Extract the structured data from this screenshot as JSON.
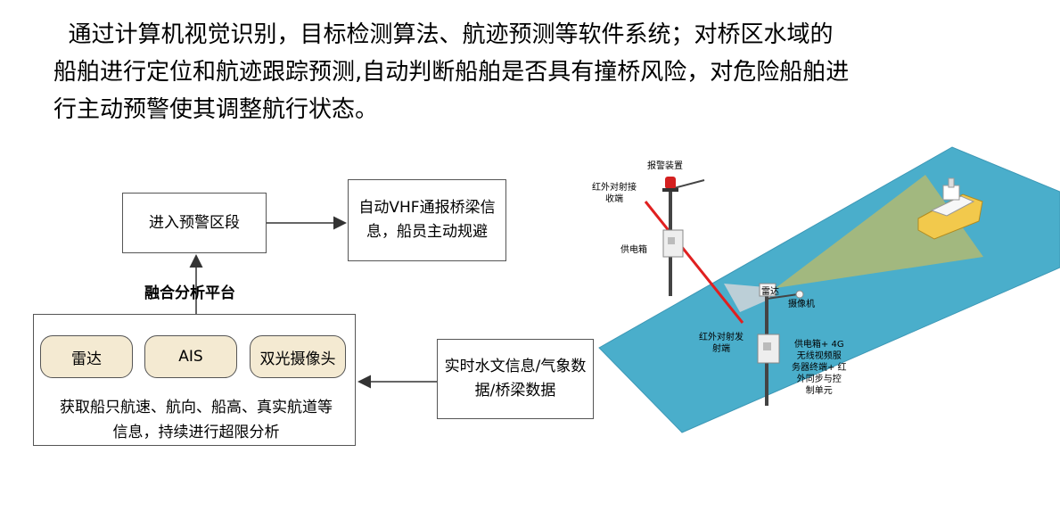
{
  "intro": {
    "lines": [
      "  通过计算机视觉识别，目标检测算法、航迹预测等软件系统；对桥区水域的",
      "船舶进行定位和航迹跟踪预测,自动判断船舶是否具有撞桥风险，对危险船舶进",
      "行主动预警使其调整航行状态。"
    ]
  },
  "flowchart": {
    "warning_zone": "进入预警区段",
    "vhf_box": [
      "自动VHF通报桥梁信",
      "息，船员主动规避"
    ],
    "platform_title": "融合分析平台",
    "sensors": [
      "雷达",
      "AIS",
      "双光摄像头"
    ],
    "platform_desc": [
      "获取船只航速、航向、船高、真实航道等",
      "信息，持续进行超限分析"
    ],
    "data_box": [
      "实时水文信息/气象数",
      "据/桥梁数据"
    ]
  },
  "scene": {
    "labels": {
      "alarm": "报警装置",
      "ir_receiver": [
        "红外对射接",
        "收端"
      ],
      "power_box": "供电箱",
      "radar": "雷达",
      "camera": "摄像机",
      "ir_emitter": [
        "红外对射发",
        "射端"
      ],
      "power_box_4g": [
        "供电箱+ 4G",
        "无线视频服",
        "务器终端+ 红",
        "外同步与控",
        "制单元"
      ]
    },
    "colors": {
      "water": "#4aaecb",
      "water_edge": "#3d98b6",
      "detection_cone": "#a6b87a",
      "radar_cone": "#c9d3d8",
      "ir_beam": "#e02020",
      "alarm_light": "#d42020"
    }
  }
}
